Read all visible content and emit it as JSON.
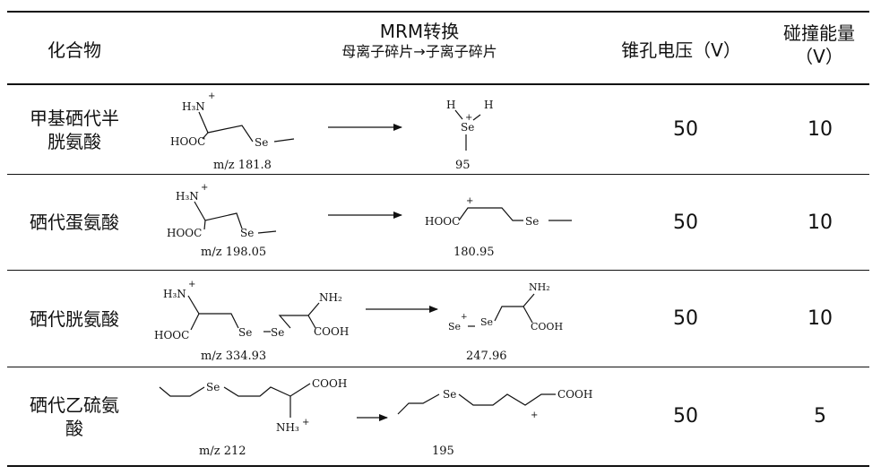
{
  "header": {
    "compound": "化合物",
    "mrm_title": "MRM转换",
    "mrm_subtitle": "母离子碎片→子离子碎片",
    "cone_voltage": "锥孔电压（V）",
    "collision_energy_line1": "碰撞能量",
    "collision_energy_line2": "（V）"
  },
  "rows": [
    {
      "name_line1": "甲基硒代半",
      "name_line2": "胱氨酸",
      "parent_mz": "m/z 181.8",
      "daughter_mz": "95",
      "cone_voltage": "50",
      "collision_energy": "10"
    },
    {
      "name_line1": "硒代蛋氨酸",
      "name_line2": "",
      "parent_mz": "m/z 198.05",
      "daughter_mz": "180.95",
      "cone_voltage": "50",
      "collision_energy": "10"
    },
    {
      "name_line1": "硒代胱氨酸",
      "name_line2": "",
      "parent_mz": "m/z 334.93",
      "daughter_mz": "247.96",
      "cone_voltage": "50",
      "collision_energy": "10"
    },
    {
      "name_line1": "硒代乙硫氨",
      "name_line2": "酸",
      "parent_mz": "m/z 212",
      "daughter_mz": "195",
      "cone_voltage": "50",
      "collision_energy": "5"
    }
  ],
  "structure_labels": {
    "h3n": "H₃N",
    "plus": "+",
    "hooc": "HOOC",
    "cooh": "COOH",
    "se": "Se",
    "nh2": "NH₂",
    "nh3": "NH₃",
    "h": "H"
  }
}
